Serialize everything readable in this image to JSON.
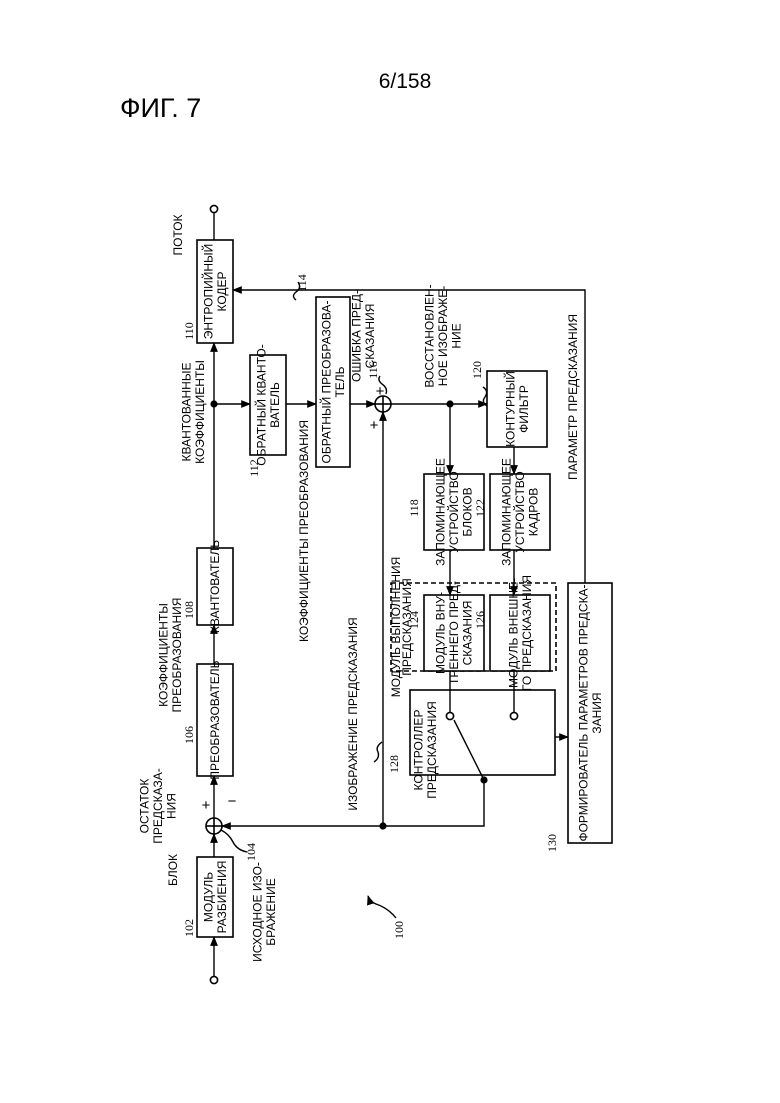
{
  "header": {
    "page_number": "6/158",
    "figure_title": "ФИГ. 7"
  },
  "blocks": {
    "splitter": {
      "num": "102",
      "lines": [
        "МОДУЛЬ",
        "РАЗБИЕНИЯ"
      ]
    },
    "transformer": {
      "num": "106",
      "lines": [
        "ПРЕОБРАЗОВАТЕЛЬ"
      ]
    },
    "quantizer": {
      "num": "108",
      "lines": [
        "КВАНТОВАТЕЛЬ"
      ]
    },
    "entropy_coder": {
      "num": "110",
      "lines": [
        "ЭНТРОПИЙНЫЙ",
        "КОДЕР"
      ]
    },
    "inverse_quantizer": {
      "num": "112",
      "lines": [
        "ОБРАТНЫЙ КВАНТО-",
        "ВАТЕЛЬ"
      ]
    },
    "inverse_transformer": {
      "num": "114",
      "lines": [
        "ОБРАТНЫЙ ПРЕОБРАЗОВА-",
        "ТЕЛЬ"
      ]
    },
    "block_memory": {
      "num": "118",
      "lines": [
        "ЗАПОМИНАЮЩЕЕ",
        "УСТРОЙСТВО",
        "БЛОКОВ"
      ]
    },
    "loop_filter": {
      "num": "120",
      "lines": [
        "КОНТУРНЫЙ",
        "ФИЛЬТР"
      ]
    },
    "frame_memory": {
      "num": "122",
      "lines": [
        "ЗАПОМИНАЮЩЕЕ",
        "УСТРОЙСТВО",
        "КАДРОВ"
      ]
    },
    "intra_predictor": {
      "num": "124",
      "lines": [
        "МОДУЛЬ ВНУ-",
        "ТРЕННЕГО ПРЕД-",
        "СКАЗАНИЯ"
      ]
    },
    "inter_predictor": {
      "num": "126",
      "lines": [
        "МОДУЛЬ ВНЕШНЕ-",
        "ГО ПРЕДСКАЗАНИЯ"
      ]
    },
    "prediction_controller": {
      "num": "128",
      "lines": [
        "КОНТРОЛЛЕР",
        "ПРЕДСКАЗАНИЯ"
      ]
    },
    "param_generator": {
      "num": "130",
      "lines": [
        "ФОРМИРОВАТЕЛЬ ПАРАМЕТРОВ ПРЕДСКА-",
        "ЗАНИЯ"
      ]
    },
    "prediction_module": {
      "lines": [
        "МОДУЛЬ ВЫПОЛНЕНИЯ",
        "ПРЕДСКАЗАНИЯ"
      ]
    }
  },
  "signals": {
    "source_image": [
      "ИСХОДНОЕ ИЗО-",
      "БРАЖЕНИЕ"
    ],
    "block": [
      "БЛОК"
    ],
    "prediction_residual": [
      "ОСТАТОК",
      "ПРЕДСКАЗА-",
      "НИЯ"
    ],
    "transform_coefficients": [
      "КОЭФФИЦИЕНТЫ",
      "ПРЕОБРАЗОВАНИЯ"
    ],
    "quantized_coefficients": [
      "КВАНТОВАННЫЕ",
      "КОЭФФИЦИЕНТЫ"
    ],
    "stream": [
      "ПОТОК"
    ],
    "inverse_transform_coefficients": [
      "КОЭФФИЦИЕНТЫ ПРЕОБРАЗОВАНИЯ"
    ],
    "prediction_error": [
      "ОШИБКА ПРЕД-",
      "СКАЗАНИЯ"
    ],
    "reconstructed_image": [
      "ВОССТАНОВЛЕН-",
      "НОЕ ИЗОБРАЖЕ-",
      "НИЕ"
    ],
    "prediction_image": [
      "ИЗОБРАЖЕНИЕ ПРЕДСКАЗАНИЯ"
    ],
    "prediction_parameter": [
      "ПАРАМЕТР ПРЕДСКАЗАНИЯ"
    ]
  },
  "reference_numbers": {
    "encoder": "100",
    "subtractor": "104",
    "adder": "116"
  },
  "signs": {
    "plus": "+",
    "minus": "−"
  }
}
